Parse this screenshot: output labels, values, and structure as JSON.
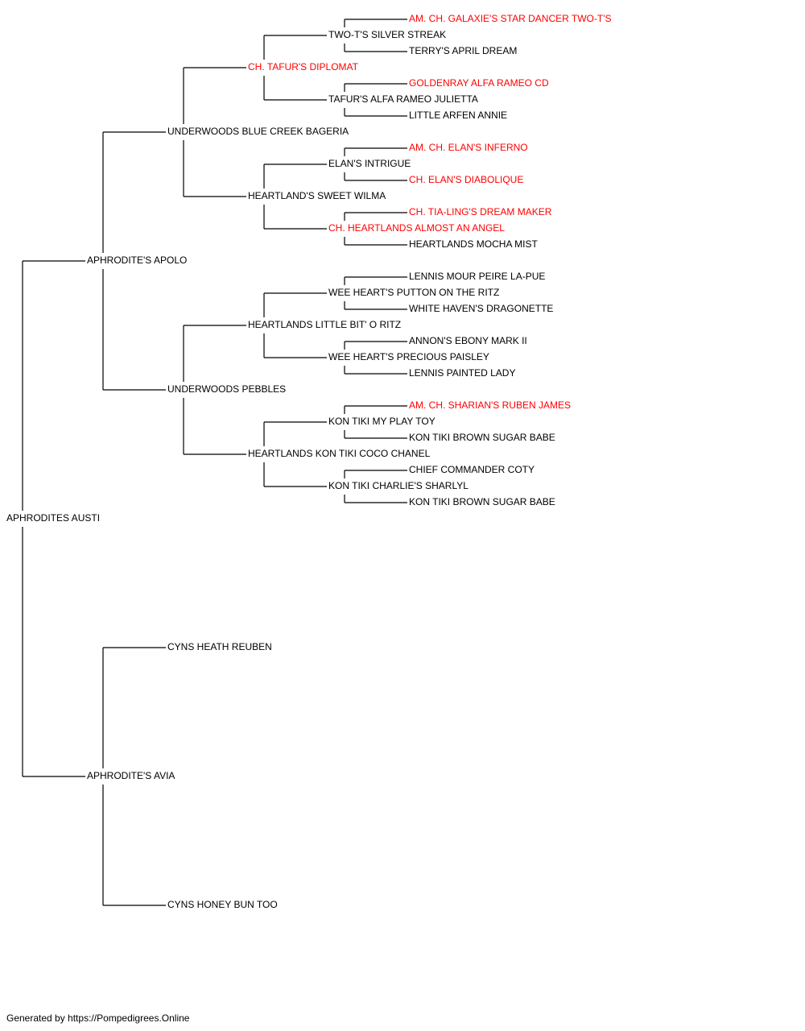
{
  "colors": {
    "text": "#000000",
    "champion": "#ff0000",
    "lines": "#000000"
  },
  "pedigree": {
    "subject": {
      "name": "APHRODITES AUSTI",
      "champion": false
    },
    "sire": {
      "name": "APHRODITE'S APOLO",
      "champion": false,
      "sire": {
        "name": "UNDERWOODS BLUE CREEK BAGERIA",
        "champion": false,
        "sire": {
          "name": "CH. TAFUR'S DIPLOMAT",
          "champion": true,
          "sire": {
            "name": "TWO-T'S SILVER STREAK",
            "champion": false,
            "sire": {
              "name": "AM. CH. GALAXIE'S STAR DANCER TWO-T'S",
              "champion": true
            },
            "dam": {
              "name": "TERRY'S APRIL DREAM",
              "champion": false
            }
          },
          "dam": {
            "name": "TAFUR'S ALFA RAMEO JULIETTA",
            "champion": false,
            "sire": {
              "name": "GOLDENRAY ALFA RAMEO CD",
              "champion": true
            },
            "dam": {
              "name": "LITTLE ARFEN ANNIE",
              "champion": false
            }
          }
        },
        "dam": {
          "name": "HEARTLAND'S SWEET WILMA",
          "champion": false,
          "sire": {
            "name": "ELAN'S INTRIGUE",
            "champion": false,
            "sire": {
              "name": "AM. CH. ELAN'S INFERNO",
              "champion": true
            },
            "dam": {
              "name": "CH. ELAN'S DIABOLIQUE",
              "champion": true
            }
          },
          "dam": {
            "name": "CH. HEARTLANDS ALMOST AN ANGEL",
            "champion": true,
            "sire": {
              "name": "CH. TIA-LING'S DREAM MAKER",
              "champion": true
            },
            "dam": {
              "name": "HEARTLANDS MOCHA MIST",
              "champion": false
            }
          }
        }
      },
      "dam": {
        "name": "UNDERWOODS PEBBLES",
        "champion": false,
        "sire": {
          "name": "HEARTLANDS LITTLE BIT' O RITZ",
          "champion": false,
          "sire": {
            "name": "WEE HEART'S PUTTON ON THE RITZ",
            "champion": false,
            "sire": {
              "name": "LENNIS MOUR PEIRE LA-PUE",
              "champion": false
            },
            "dam": {
              "name": "WHITE HAVEN'S DRAGONETTE",
              "champion": false
            }
          },
          "dam": {
            "name": "WEE HEART'S PRECIOUS PAISLEY",
            "champion": false,
            "sire": {
              "name": "ANNON'S EBONY MARK II",
              "champion": false
            },
            "dam": {
              "name": "LENNIS PAINTED LADY",
              "champion": false
            }
          }
        },
        "dam": {
          "name": "HEARTLANDS KON TIKI COCO CHANEL",
          "champion": false,
          "sire": {
            "name": "KON TIKI MY PLAY TOY",
            "champion": false,
            "sire": {
              "name": "AM. CH. SHARIAN'S RUBEN JAMES",
              "champion": true
            },
            "dam": {
              "name": "KON TIKI BROWN SUGAR BABE",
              "champion": false
            }
          },
          "dam": {
            "name": "KON TIKI CHARLIE'S SHARLYL",
            "champion": false,
            "sire": {
              "name": "CHIEF COMMANDER COTY",
              "champion": false
            },
            "dam": {
              "name": "KON TIKI BROWN SUGAR BABE",
              "champion": false
            }
          }
        }
      }
    },
    "dam": {
      "name": "APHRODITE'S AVIA",
      "champion": false,
      "sire": {
        "name": "CYNS HEATH REUBEN",
        "champion": false
      },
      "dam": {
        "name": "CYNS HONEY BUN TOO",
        "champion": false
      }
    }
  },
  "footer": {
    "text": "Generated by https://Pompedigrees.Online"
  }
}
